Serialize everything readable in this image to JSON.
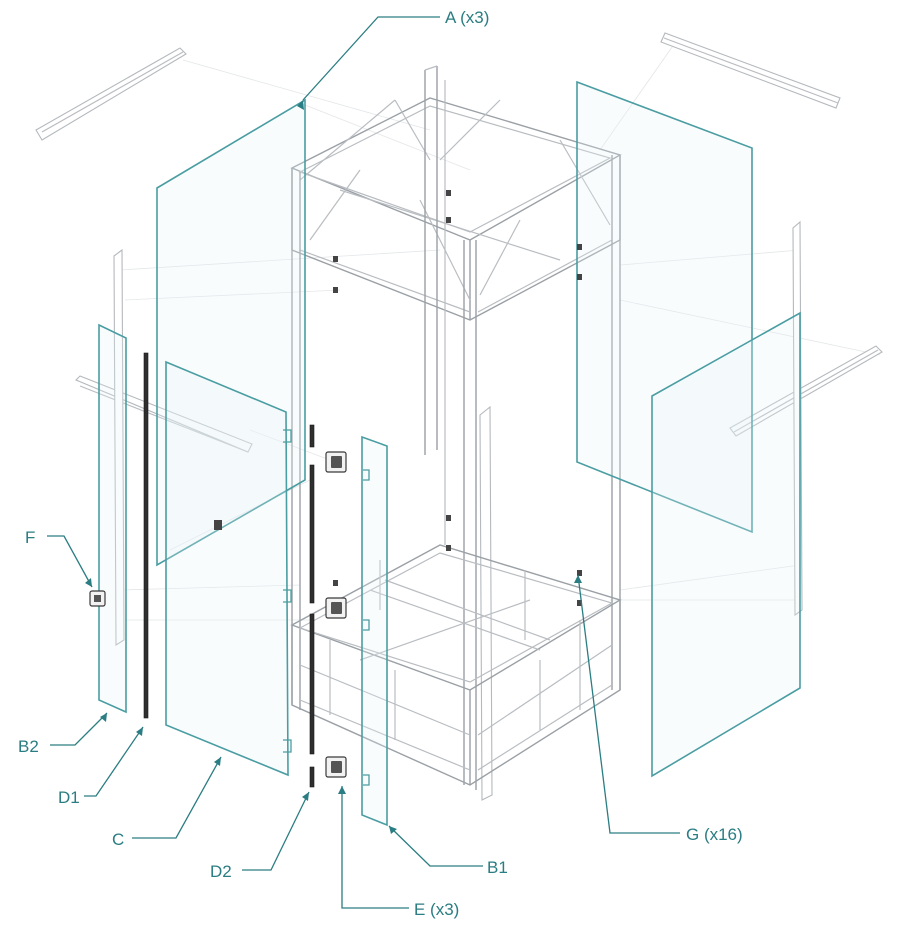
{
  "callouts": {
    "A": "A (x3)",
    "B1": "B1",
    "B2": "B2",
    "C": "C",
    "D1": "D1",
    "D2": "D2",
    "E": "E (x3)",
    "F": "F",
    "G": "G (x16)"
  },
  "colors": {
    "accent": "#2a7d82",
    "glass": "#4a9da2",
    "frame": "#b9bdc1"
  }
}
